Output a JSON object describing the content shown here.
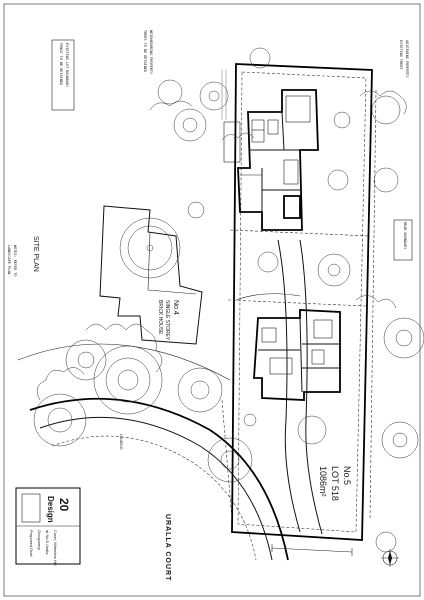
{
  "labels": {
    "site_plan": "SITE PLAN",
    "street": "URALLA COURT",
    "lot_no": "No.5",
    "lot_id": "LOT 518",
    "lot_area": "1086m²",
    "neighbour_no": "No.4",
    "neighbour_desc": "SINGLE STOREY",
    "neighbour_desc2": "BRICK HOUSE",
    "design_title": "Design",
    "design_number": "20",
    "project_line1": "Proposed Dual",
    "project_line2": "Occupancy",
    "project_line3": "at No.5 Uralla",
    "project_line4": "Court, Wheelers Hill",
    "landing": "LANDING"
  },
  "colors": {
    "ink": "#111111",
    "paper": "#ffffff"
  },
  "icons": {
    "north": "north-arrow-icon"
  }
}
